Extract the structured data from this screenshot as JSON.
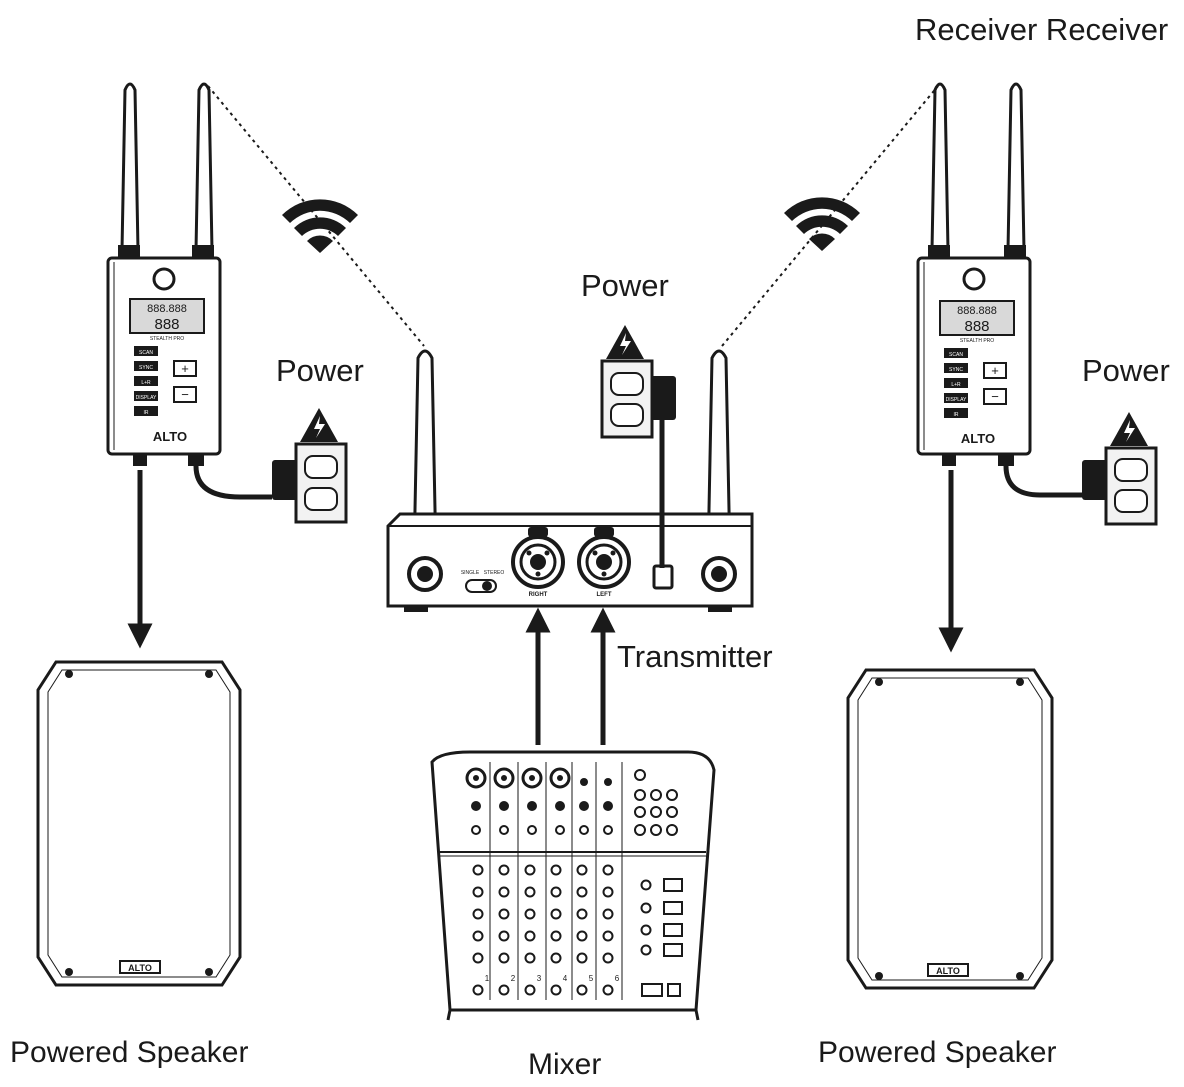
{
  "labels": {
    "receiver_top": "Receiver Receiver",
    "power_left": "Power",
    "power_center": "Power",
    "power_right": "Power",
    "transmitter": "Transmitter",
    "speaker_left": "Powered Speaker",
    "speaker_right": "Powered Speaker",
    "mixer": "Mixer"
  },
  "device_text": {
    "receiver_brand": "ALTO",
    "receiver_model": "STEALTH PRO",
    "receiver_display_top": "888.888",
    "receiver_display_bottom": "888",
    "receiver_buttons": [
      "SCAN",
      "SYNC",
      "L+R",
      "DISPLAY",
      "IR"
    ],
    "receiver_plus": "+",
    "receiver_minus": "−",
    "transmitter_jack_right": "RIGHT",
    "transmitter_jack_left": "LEFT",
    "transmitter_switch_a": "SINGLE",
    "transmitter_switch_b": "STEREO",
    "speaker_badge": "ALTO",
    "mixer_channels": [
      "1",
      "2",
      "3",
      "4",
      "5",
      "6"
    ]
  },
  "colors": {
    "line": "#1a1a1a",
    "device_fill": "#ffffff",
    "panel_fill": "#e6e6e6",
    "display_fill": "#d9d9d9",
    "outlet_fill": "#f2f2f2"
  }
}
